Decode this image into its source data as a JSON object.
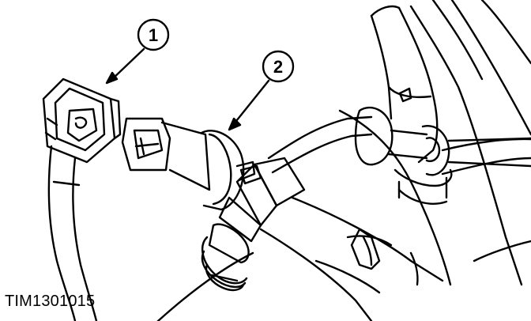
{
  "figure": {
    "id_label": "TIM1301015",
    "callouts": [
      {
        "number": "1"
      },
      {
        "number": "2"
      }
    ]
  }
}
